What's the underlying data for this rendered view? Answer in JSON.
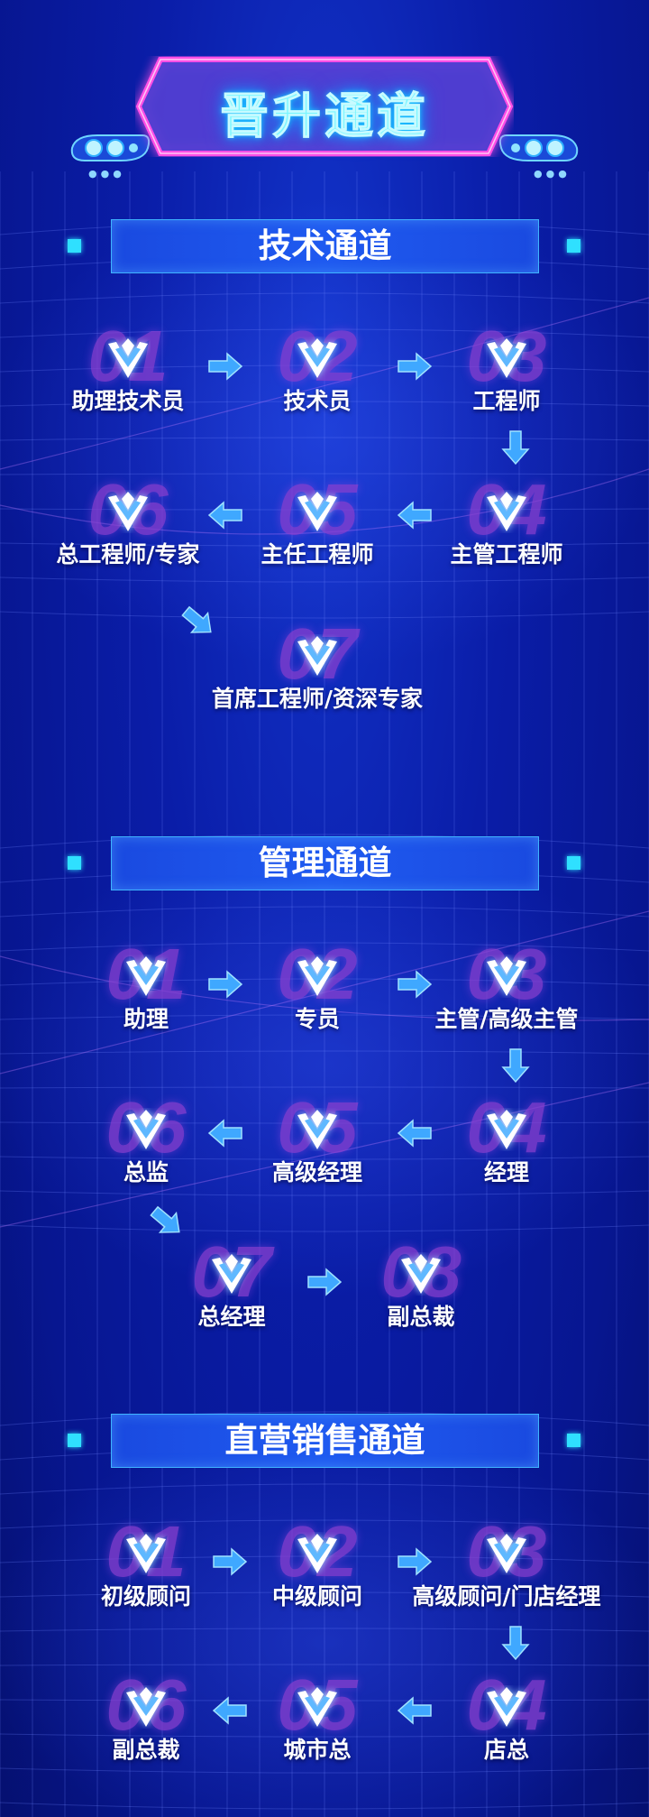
{
  "header": {
    "title": "晋升通道",
    "lamp_dots": "●●●"
  },
  "colors": {
    "background": "#0a1da8",
    "neon_pink": "#ff4fe6",
    "neon_cyan": "#7af6ff",
    "number_purple": "#8a3fd0",
    "arrow_blue": "#3fa8ff",
    "accent_square": "#2fe0ff"
  },
  "icons": {
    "emblem": "chevron-v-emblem-icon",
    "arrow": "arrow-icon",
    "headlamp": "headlamp-icon"
  },
  "sections": [
    {
      "title": "技术通道",
      "steps": [
        {
          "num": "01",
          "label": "助理技术员"
        },
        {
          "num": "02",
          "label": "技术员"
        },
        {
          "num": "03",
          "label": "工程师"
        },
        {
          "num": "04",
          "label": "主管工程师"
        },
        {
          "num": "05",
          "label": "主任工程师"
        },
        {
          "num": "06",
          "label": "总工程师/专家"
        },
        {
          "num": "07",
          "label": "首席工程师/资深专家"
        }
      ]
    },
    {
      "title": "管理通道",
      "steps": [
        {
          "num": "01",
          "label": "助理"
        },
        {
          "num": "02",
          "label": "专员"
        },
        {
          "num": "03",
          "label": "主管/高级主管"
        },
        {
          "num": "04",
          "label": "经理"
        },
        {
          "num": "05",
          "label": "高级经理"
        },
        {
          "num": "06",
          "label": "总监"
        },
        {
          "num": "07",
          "label": "总经理"
        },
        {
          "num": "08",
          "label": "副总裁"
        }
      ]
    },
    {
      "title": "直营销售通道",
      "steps": [
        {
          "num": "01",
          "label": "初级顾问"
        },
        {
          "num": "02",
          "label": "中级顾问"
        },
        {
          "num": "03",
          "label": "高级顾问/门店经理"
        },
        {
          "num": "04",
          "label": "店总"
        },
        {
          "num": "05",
          "label": "城市总"
        },
        {
          "num": "06",
          "label": "副总裁"
        }
      ]
    }
  ]
}
